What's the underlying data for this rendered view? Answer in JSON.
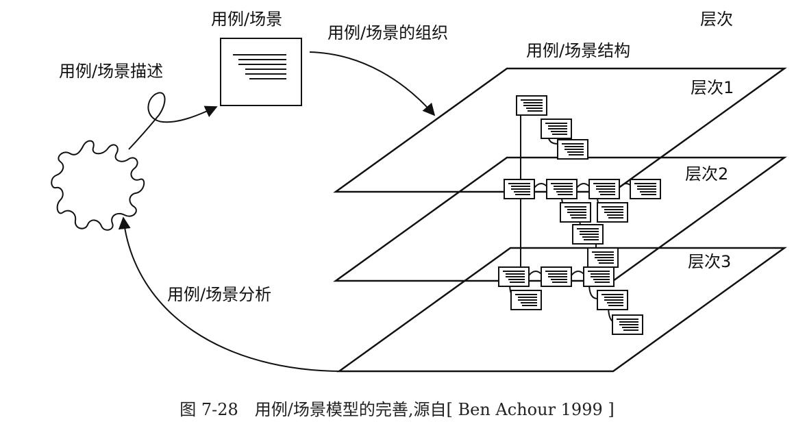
{
  "labels": {
    "doc_title": "用例/场景",
    "description": "用例/场景描述",
    "organization": "用例/场景的组织",
    "hierarchy": "层次",
    "structure": "用例/场景结构",
    "analysis": "用例/场景分析",
    "level1": "层次1",
    "level2": "层次2",
    "level3": "层次3"
  },
  "caption": "图 7-28　用例/场景模型的完善,源自[ Ben Achour 1999 ]"
}
